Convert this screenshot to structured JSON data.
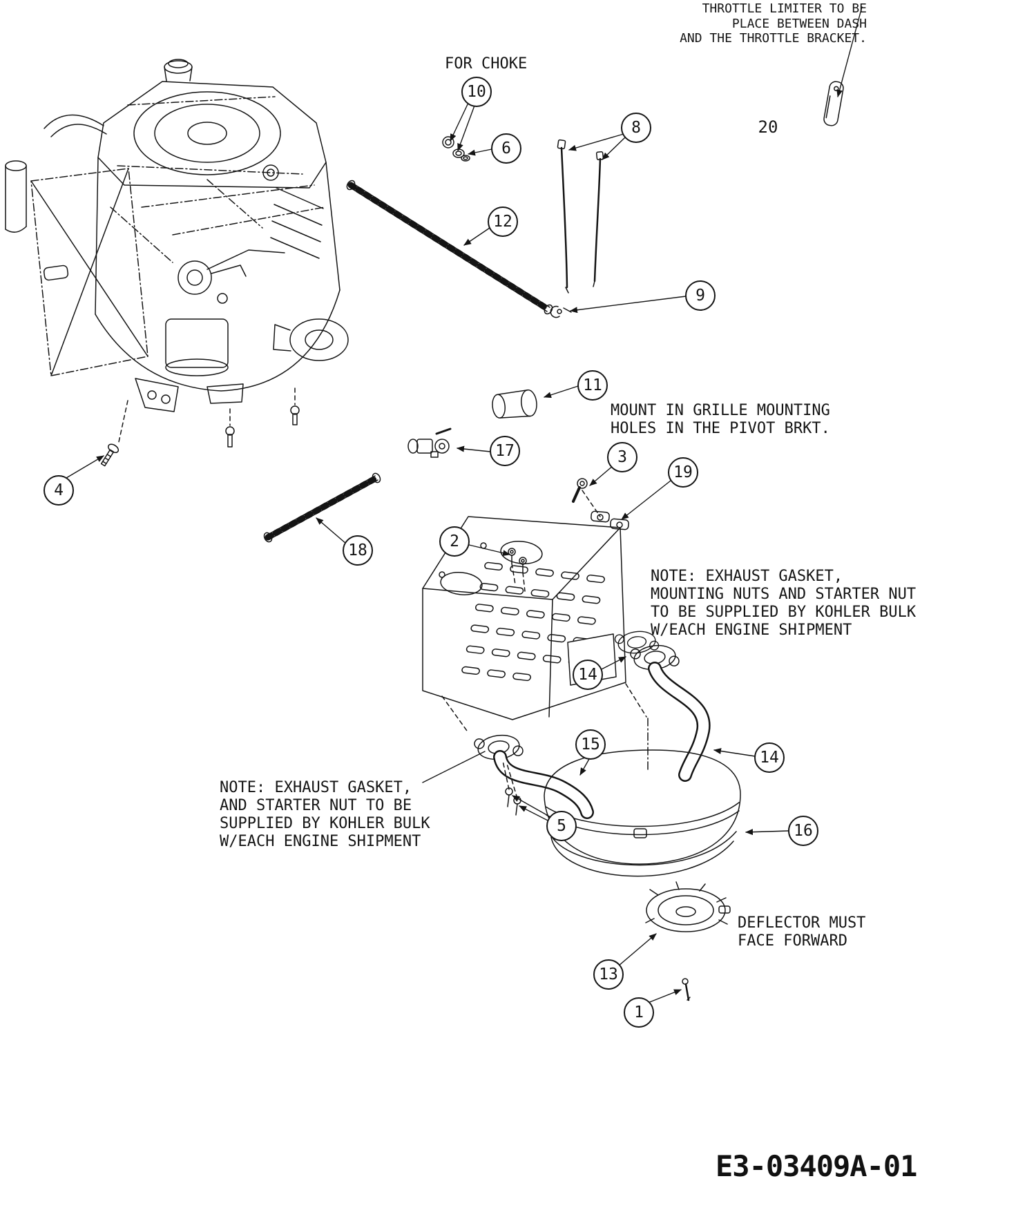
{
  "labels": {
    "c1": "1",
    "c2": "2",
    "c3": "3",
    "c4": "4",
    "c5": "5",
    "c6": "6",
    "c8": "8",
    "c9": "9",
    "c10": "10",
    "c11": "11",
    "c12": "12",
    "c13": "13",
    "c14a": "14",
    "c14b": "14",
    "c15": "15",
    "c16": "16",
    "c17": "17",
    "c18": "18",
    "c19": "19",
    "p20": "20"
  },
  "annotations": {
    "throttle_limiter": "THROTTLE LIMITER TO BE\nPLACE BETWEEN DASH\nAND THE THROTTLE BRACKET.",
    "for_choke": "FOR CHOKE",
    "grille_mount": "MOUNT IN GRILLE MOUNTING\nHOLES IN THE PIVOT BRKT.",
    "note_exhaust_right": "NOTE: EXHAUST GASKET,\nMOUNTING NUTS AND STARTER NUT\nTO BE SUPPLIED BY KOHLER BULK\nW/EACH ENGINE SHIPMENT",
    "note_exhaust_left": "NOTE: EXHAUST GASKET,\nAND STARTER NUT TO BE\nSUPPLIED BY KOHLER BULK\nW/EACH ENGINE SHIPMENT",
    "deflector": "DEFLECTOR MUST\nFACE FORWARD",
    "drawing_number": "E3-03409A-01"
  }
}
